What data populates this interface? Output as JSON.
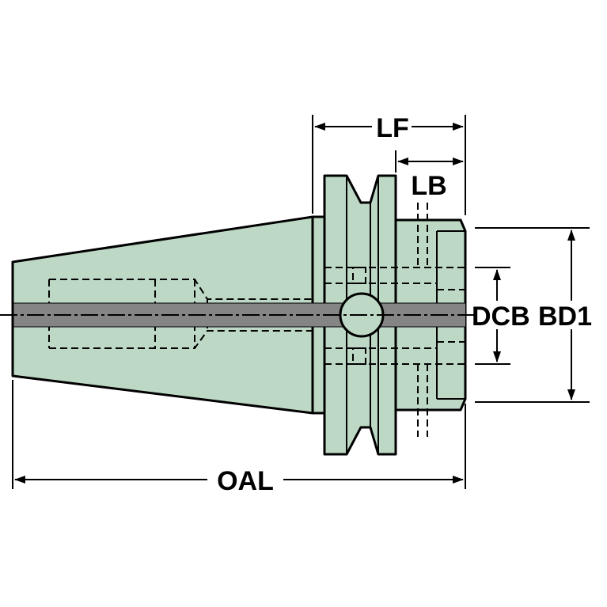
{
  "diagram": {
    "labels": {
      "lf": "LF",
      "lb": "LB",
      "dcb": "DCB",
      "bd1": "BD1",
      "oal": "OAL"
    },
    "colors": {
      "body": "#bdd8c4",
      "outline": "#000000",
      "bore": "#858585",
      "background": "#ffffff"
    }
  }
}
